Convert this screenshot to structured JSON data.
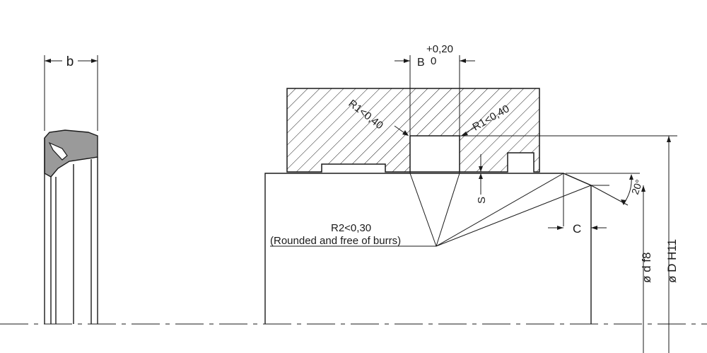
{
  "dimensions": {
    "b": "b",
    "B": "B",
    "B_tol_upper": "+0,20",
    "B_tol_lower": "0",
    "S": "S",
    "C": "C",
    "angle": "20°",
    "d": "ø d f8",
    "D": "ø D H11"
  },
  "radii": {
    "r1_left": "R1<0,40",
    "r1_right": "R1<0,40",
    "r2": "R2<0,30",
    "r2_note": "(Rounded and free of burrs)"
  },
  "colors": {
    "line": "#1a1a1a",
    "seal_fill": "#9a9a9a",
    "hatch": "#1a1a1a",
    "background": "#ffffff"
  }
}
